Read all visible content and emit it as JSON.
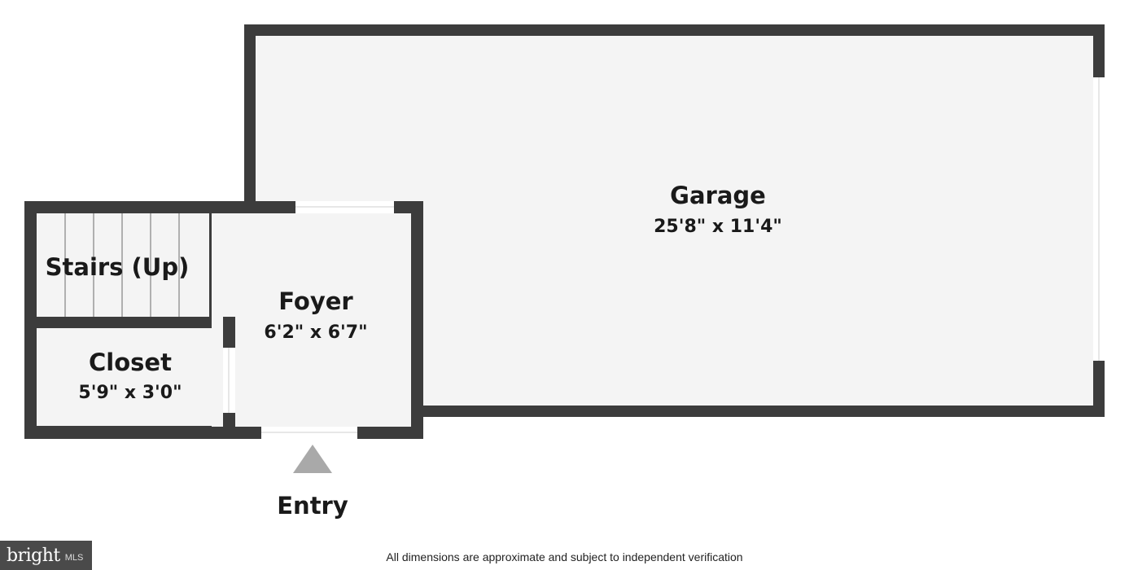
{
  "rooms": {
    "garage": {
      "name": "Garage",
      "dimensions": "25'8\" x 11'4\""
    },
    "stairs": {
      "name": "Stairs (Up)"
    },
    "foyer": {
      "name": "Foyer",
      "dimensions": "6'2\" x 6'7\""
    },
    "closet": {
      "name": "Closet",
      "dimensions": "5'9\" x 3'0\""
    }
  },
  "entry": {
    "label": "Entry"
  },
  "footer": {
    "disclaimer": "All dimensions are approximate and subject to independent verification"
  },
  "logo": {
    "word": "bright",
    "suffix": "MLS"
  },
  "colors": {
    "wall": "#3c3c3c",
    "floor": "#f4f4f4",
    "entry_arrow": "#a9a9a9",
    "logo_bg": "#4a4a4a"
  }
}
